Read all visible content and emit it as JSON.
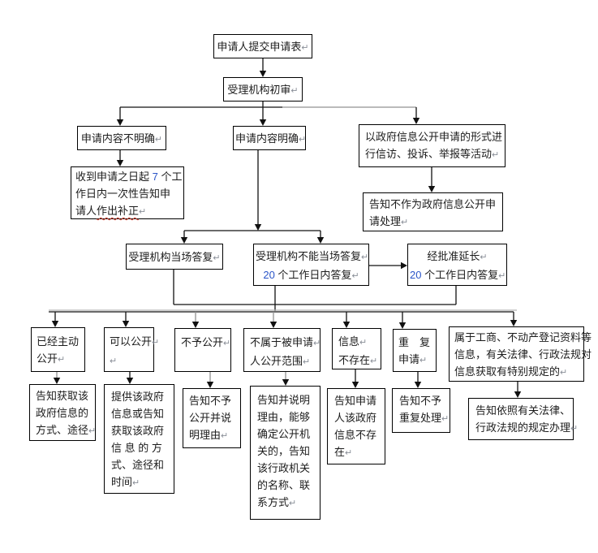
{
  "colors": {
    "line": "#111111",
    "accent_number": "#2b55c8",
    "paragraph_mark": "#8a8f98",
    "spellcheck_underline": "#d04030"
  },
  "nodes": [
    {
      "name": "submit-form",
      "segs": [
        {
          "t": "申请人提交申请表"
        },
        {
          "t": "↵"
        }
      ]
    },
    {
      "name": "initial-review",
      "segs": [
        {
          "t": "受理机构初审"
        },
        {
          "t": "↵"
        }
      ]
    },
    {
      "name": "content-unclear",
      "segs": [
        {
          "t": "申请内容不明确"
        },
        {
          "t": "↵"
        }
      ]
    },
    {
      "name": "content-clear",
      "segs": [
        {
          "t": "申请内容明确"
        },
        {
          "t": "↵"
        }
      ]
    },
    {
      "name": "petition-activity",
      "segs": [
        {
          "t": "以政府信息公开申请的形式进\n行信访、投诉、举报等活动"
        },
        {
          "t": "↵"
        }
      ]
    },
    {
      "name": "notify-correction-7days",
      "segs": [
        {
          "t": "收到申请之日起 "
        },
        {
          "t": "7"
        },
        {
          "t": " 个工\n作日内一次性告知申\n请人"
        },
        {
          "t": "作出补正"
        },
        {
          "t": "↵"
        }
      ]
    },
    {
      "name": "not-treated-as-request",
      "segs": [
        {
          "t": "告知不作为政府信息公开申\n请处理"
        },
        {
          "t": "↵"
        }
      ]
    },
    {
      "name": "reply-on-spot",
      "segs": [
        {
          "t": "受理机构当场答复"
        },
        {
          "t": "↵"
        }
      ]
    },
    {
      "name": "reply-within-20days",
      "segs": [
        {
          "t": "受理机构不能当场答复"
        },
        {
          "t": "↵"
        },
        {
          "t": "\n"
        },
        {
          "t": "20"
        },
        {
          "t": " 个工作日内答复"
        },
        {
          "t": "↵"
        }
      ]
    },
    {
      "name": "approved-extension-20days",
      "segs": [
        {
          "t": "经批准延长"
        },
        {
          "t": "↵"
        },
        {
          "t": "\n"
        },
        {
          "t": "20"
        },
        {
          "t": " 个工作日内答复"
        },
        {
          "t": "↵"
        }
      ]
    },
    {
      "name": "already-published",
      "segs": [
        {
          "t": "已经主动\n公开"
        },
        {
          "t": "↵"
        }
      ]
    },
    {
      "name": "can-publish",
      "segs": [
        {
          "t": "可以公开"
        },
        {
          "t": "↵"
        },
        {
          "t": "\n"
        },
        {
          "t": "↵"
        }
      ]
    },
    {
      "name": "not-publish",
      "segs": [
        {
          "t": "不予公开"
        },
        {
          "t": "↵"
        }
      ]
    },
    {
      "name": "not-in-scope",
      "segs": [
        {
          "t": "不属于被申请"
        },
        {
          "t": "↵"
        },
        {
          "t": "\n人公开范围"
        },
        {
          "t": "↵"
        }
      ]
    },
    {
      "name": "info-not-exist",
      "segs": [
        {
          "t": "信息"
        },
        {
          "t": "↵"
        },
        {
          "t": "\n不存在"
        },
        {
          "t": "↵"
        }
      ]
    },
    {
      "name": "repeated-request",
      "segs": [
        {
          "t": "重　复\n申请"
        },
        {
          "t": "↵"
        }
      ]
    },
    {
      "name": "special-regulation-info",
      "segs": [
        {
          "t": "属于工商、不动产登记资料等\n信息，有关法律、行政法规对\n信息获取有特别规定的"
        },
        {
          "t": "↵"
        }
      ]
    },
    {
      "name": "notify-access-method",
      "segs": [
        {
          "t": "告知获取该\n政府信息的\n方式、途径"
        },
        {
          "t": "↵"
        }
      ]
    },
    {
      "name": "provide-info-or-method",
      "segs": [
        {
          "t": "提供该政府\n信息或告知\n获取该政府\n信 息 的 方\n式、途径和\n时间"
        },
        {
          "t": "↵"
        }
      ]
    },
    {
      "name": "notify-refusal-reason",
      "segs": [
        {
          "t": "告知不予\n公开并说\n明理由"
        },
        {
          "t": "↵"
        }
      ]
    },
    {
      "name": "notify-reason-and-authority",
      "segs": [
        {
          "t": "告知并说明\n理由，能够\n确定公开机\n关的，告知\n该行政机关\n的名称、联\n系方式"
        },
        {
          "t": "↵"
        }
      ]
    },
    {
      "name": "notify-not-exist",
      "segs": [
        {
          "t": "告知申请\n人该政府\n信息不存\n在"
        },
        {
          "t": "↵"
        }
      ]
    },
    {
      "name": "notify-no-repeat",
      "segs": [
        {
          "t": "告知不予\n重复处理"
        },
        {
          "t": "↵"
        }
      ]
    },
    {
      "name": "follow-laws",
      "segs": [
        {
          "t": "告知依照有关法律、\n行政法规的规定办理"
        },
        {
          "t": "↵"
        }
      ]
    }
  ]
}
